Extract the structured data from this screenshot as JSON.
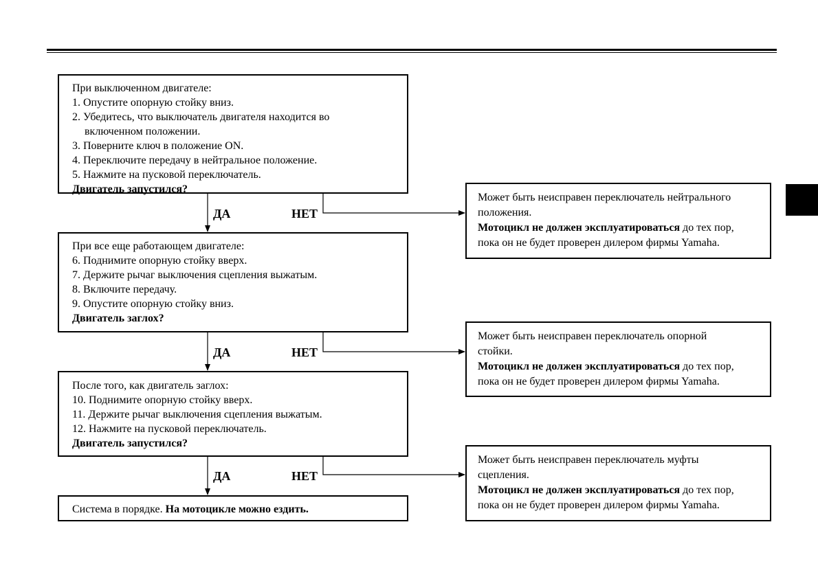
{
  "flow": {
    "step1": {
      "lines": [
        "При выключенном двигателе:",
        "1. Опустите опорную стойку вниз.",
        "2. Убедитесь, что выключатель двигателя находится во",
        "включенном положении.",
        "3. Поверните ключ в положение ON.",
        "4. Переключите передачу в нейтральное положение.",
        "5. Нажмите на пусковой переключатель."
      ],
      "question": "Двигатель запустился?"
    },
    "step2": {
      "lines": [
        "При все еще работающем двигателе:",
        "6. Поднимите опорную стойку вверх.",
        "7. Держите рычаг выключения сцепления выжатым.",
        "8. Включите передачу.",
        "9. Опустите опорную стойку вниз."
      ],
      "question": "Двигатель заглох?"
    },
    "step3": {
      "lines": [
        "После того, как двигатель заглох:",
        "10. Поднимите опорную стойку вверх.",
        "11. Держите рычаг выключения сцепления выжатым.",
        "12. Нажмите на пусковой переключатель."
      ],
      "question": "Двигатель запустился?"
    },
    "result": {
      "text": "Система в порядке. ",
      "bold": "На мотоцикле можно ездить."
    },
    "yes_label": "ДА",
    "no_label": "НЕТ",
    "faults": [
      {
        "line1": "Может быть неисправен переключатель нейтрального",
        "line2": "положения.",
        "warn_bold": "Мотоцикл не должен эксплуатироваться",
        "warn_rest": " до тех пор,",
        "line4": "пока он не будет проверен дилером фирмы Yamaha."
      },
      {
        "line1": "Может быть неисправен переключатель опорной",
        "line2": "стойки.",
        "warn_bold": "Мотоцикл не должен эксплуатироваться",
        "warn_rest": " до тех пор,",
        "line4": "пока он не будет проверен дилером фирмы Yamaha."
      },
      {
        "line1": "Может быть неисправен переключатель муфты",
        "line2": "сцепления.",
        "warn_bold": "Мотоцикл не должен эксплуатироваться",
        "warn_rest": " до тех пор,",
        "line4": "пока он не будет проверен дилером фирмы Yamaha."
      }
    ]
  }
}
